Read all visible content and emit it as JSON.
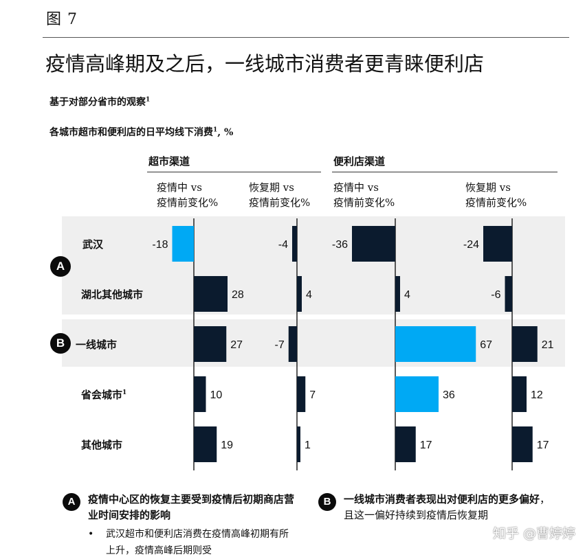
{
  "figure_label": "图 7",
  "title": "疫情高峰期及之后，一线城市消费者更青睐便利店",
  "subtitle_1": "基于对部分省市的观察",
  "subtitle_1_sup": "1",
  "subtitle_2": "各城市超市和便利店的日平均线下消费",
  "subtitle_2_sup": "1",
  "subtitle_2_unit": ", %",
  "colors": {
    "dark": "#0b1b2e",
    "highlight": "#00a9f4",
    "band": "#efefef"
  },
  "chart_data": {
    "type": "bar",
    "orientation": "horizontal",
    "channels": [
      "超市渠道",
      "便利店渠道"
    ],
    "categories": [
      "武汉",
      "湖北其他城市",
      "一线城市",
      "省会城市",
      "其他城市"
    ],
    "category_sups": [
      "",
      "",
      "",
      "1",
      ""
    ],
    "series": [
      {
        "name": "疫情中 vs\n疫情前变化%",
        "channel": "超市渠道",
        "values": [
          -18,
          28,
          27,
          10,
          19
        ]
      },
      {
        "name": "恢复期 vs\n疫情前变化%",
        "channel": "超市渠道",
        "values": [
          -4,
          4,
          -7,
          7,
          1
        ]
      },
      {
        "name": "疫情中 vs\n疫情前变化%",
        "channel": "便利店渠道",
        "values": [
          -36,
          4,
          67,
          36,
          17
        ]
      },
      {
        "name": "恢复期 vs\n疫情前变化%",
        "channel": "便利店渠道",
        "values": [
          -24,
          -6,
          21,
          12,
          17
        ]
      }
    ],
    "highlighted": [
      [
        0,
        0
      ],
      [
        2,
        2
      ],
      [
        3,
        2
      ]
    ],
    "groups": [
      {
        "badge": "A",
        "rows": [
          0,
          1
        ]
      },
      {
        "badge": "B",
        "rows": [
          2
        ]
      }
    ]
  },
  "notes": [
    {
      "badge": "A",
      "text": "疫情中心区的恢复主要受到疫情后初期商店营业时间安排的影响"
    },
    {
      "badge": "B",
      "text_bold": "一线城市消费者表现出对便利店的更多偏好",
      "text_light": "，且这一偏好持续到疫情后恢复期"
    }
  ],
  "bullets": [
    "武汉超市和便利店消费在疫情高峰初期有所上升，疫情高峰后期则受"
  ],
  "watermark": "知乎 @曹婷婷"
}
